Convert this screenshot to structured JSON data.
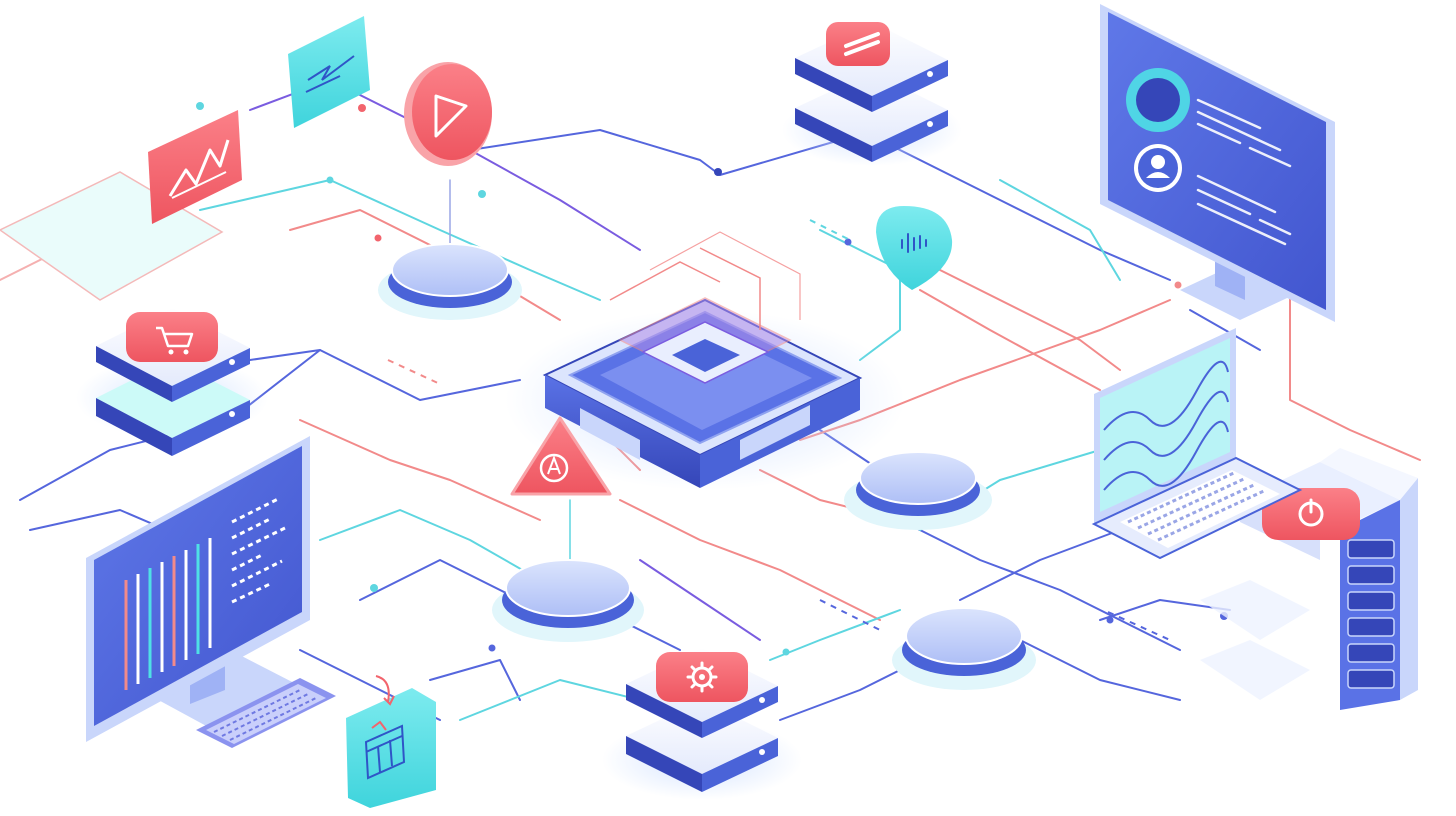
{
  "colors": {
    "background": "#ffffff",
    "primary_blue": "#4a63d8",
    "deep_blue": "#3546b8",
    "light_blue": "#c9d6fb",
    "pale_blue": "#e7edfd",
    "coral": "#f2646d",
    "coral_light": "#fb9aa0",
    "cyan": "#4fe0e6",
    "cyan_light": "#a8f1f4",
    "violet": "#7a5ce0",
    "line_blue": "#5566dd",
    "line_pink": "#f28a8a",
    "line_cyan": "#5ed6e0"
  },
  "nodes": [
    {
      "name": "central-processor-hub",
      "icon": "chip-icon"
    },
    {
      "name": "server-stack-top",
      "icon": "menu-icon"
    },
    {
      "name": "server-stack-left",
      "icon": "cart-icon"
    },
    {
      "name": "server-stack-bottom",
      "icon": "gear-icon"
    },
    {
      "name": "server-tower-right",
      "icon": "power-icon"
    },
    {
      "name": "desktop-monitor-top-right",
      "icon": "user-profile-icon"
    },
    {
      "name": "desktop-monitor-bottom-left",
      "icon": "code-listing-icon"
    },
    {
      "name": "laptop-right",
      "icon": "wave-chart-icon"
    },
    {
      "name": "disc-node-upper-left",
      "icon": "disc-icon"
    },
    {
      "name": "disc-node-lower-center",
      "icon": "disc-icon"
    },
    {
      "name": "disc-node-mid-right",
      "icon": "disc-icon"
    },
    {
      "name": "disc-node-lower-right",
      "icon": "disc-icon"
    }
  ],
  "floating_icons": [
    {
      "name": "line-chart-tile",
      "icon": "line-chart-icon",
      "color": "coral"
    },
    {
      "name": "graph-tile",
      "icon": "graph-icon",
      "color": "cyan"
    },
    {
      "name": "play-badge",
      "icon": "play-icon",
      "color": "coral"
    },
    {
      "name": "warning-triangle",
      "icon": "warning-icon",
      "color": "coral"
    },
    {
      "name": "audio-bubble",
      "icon": "audio-wave-icon",
      "color": "cyan"
    },
    {
      "name": "calendar-tile",
      "icon": "calendar-icon",
      "color": "cyan"
    }
  ]
}
